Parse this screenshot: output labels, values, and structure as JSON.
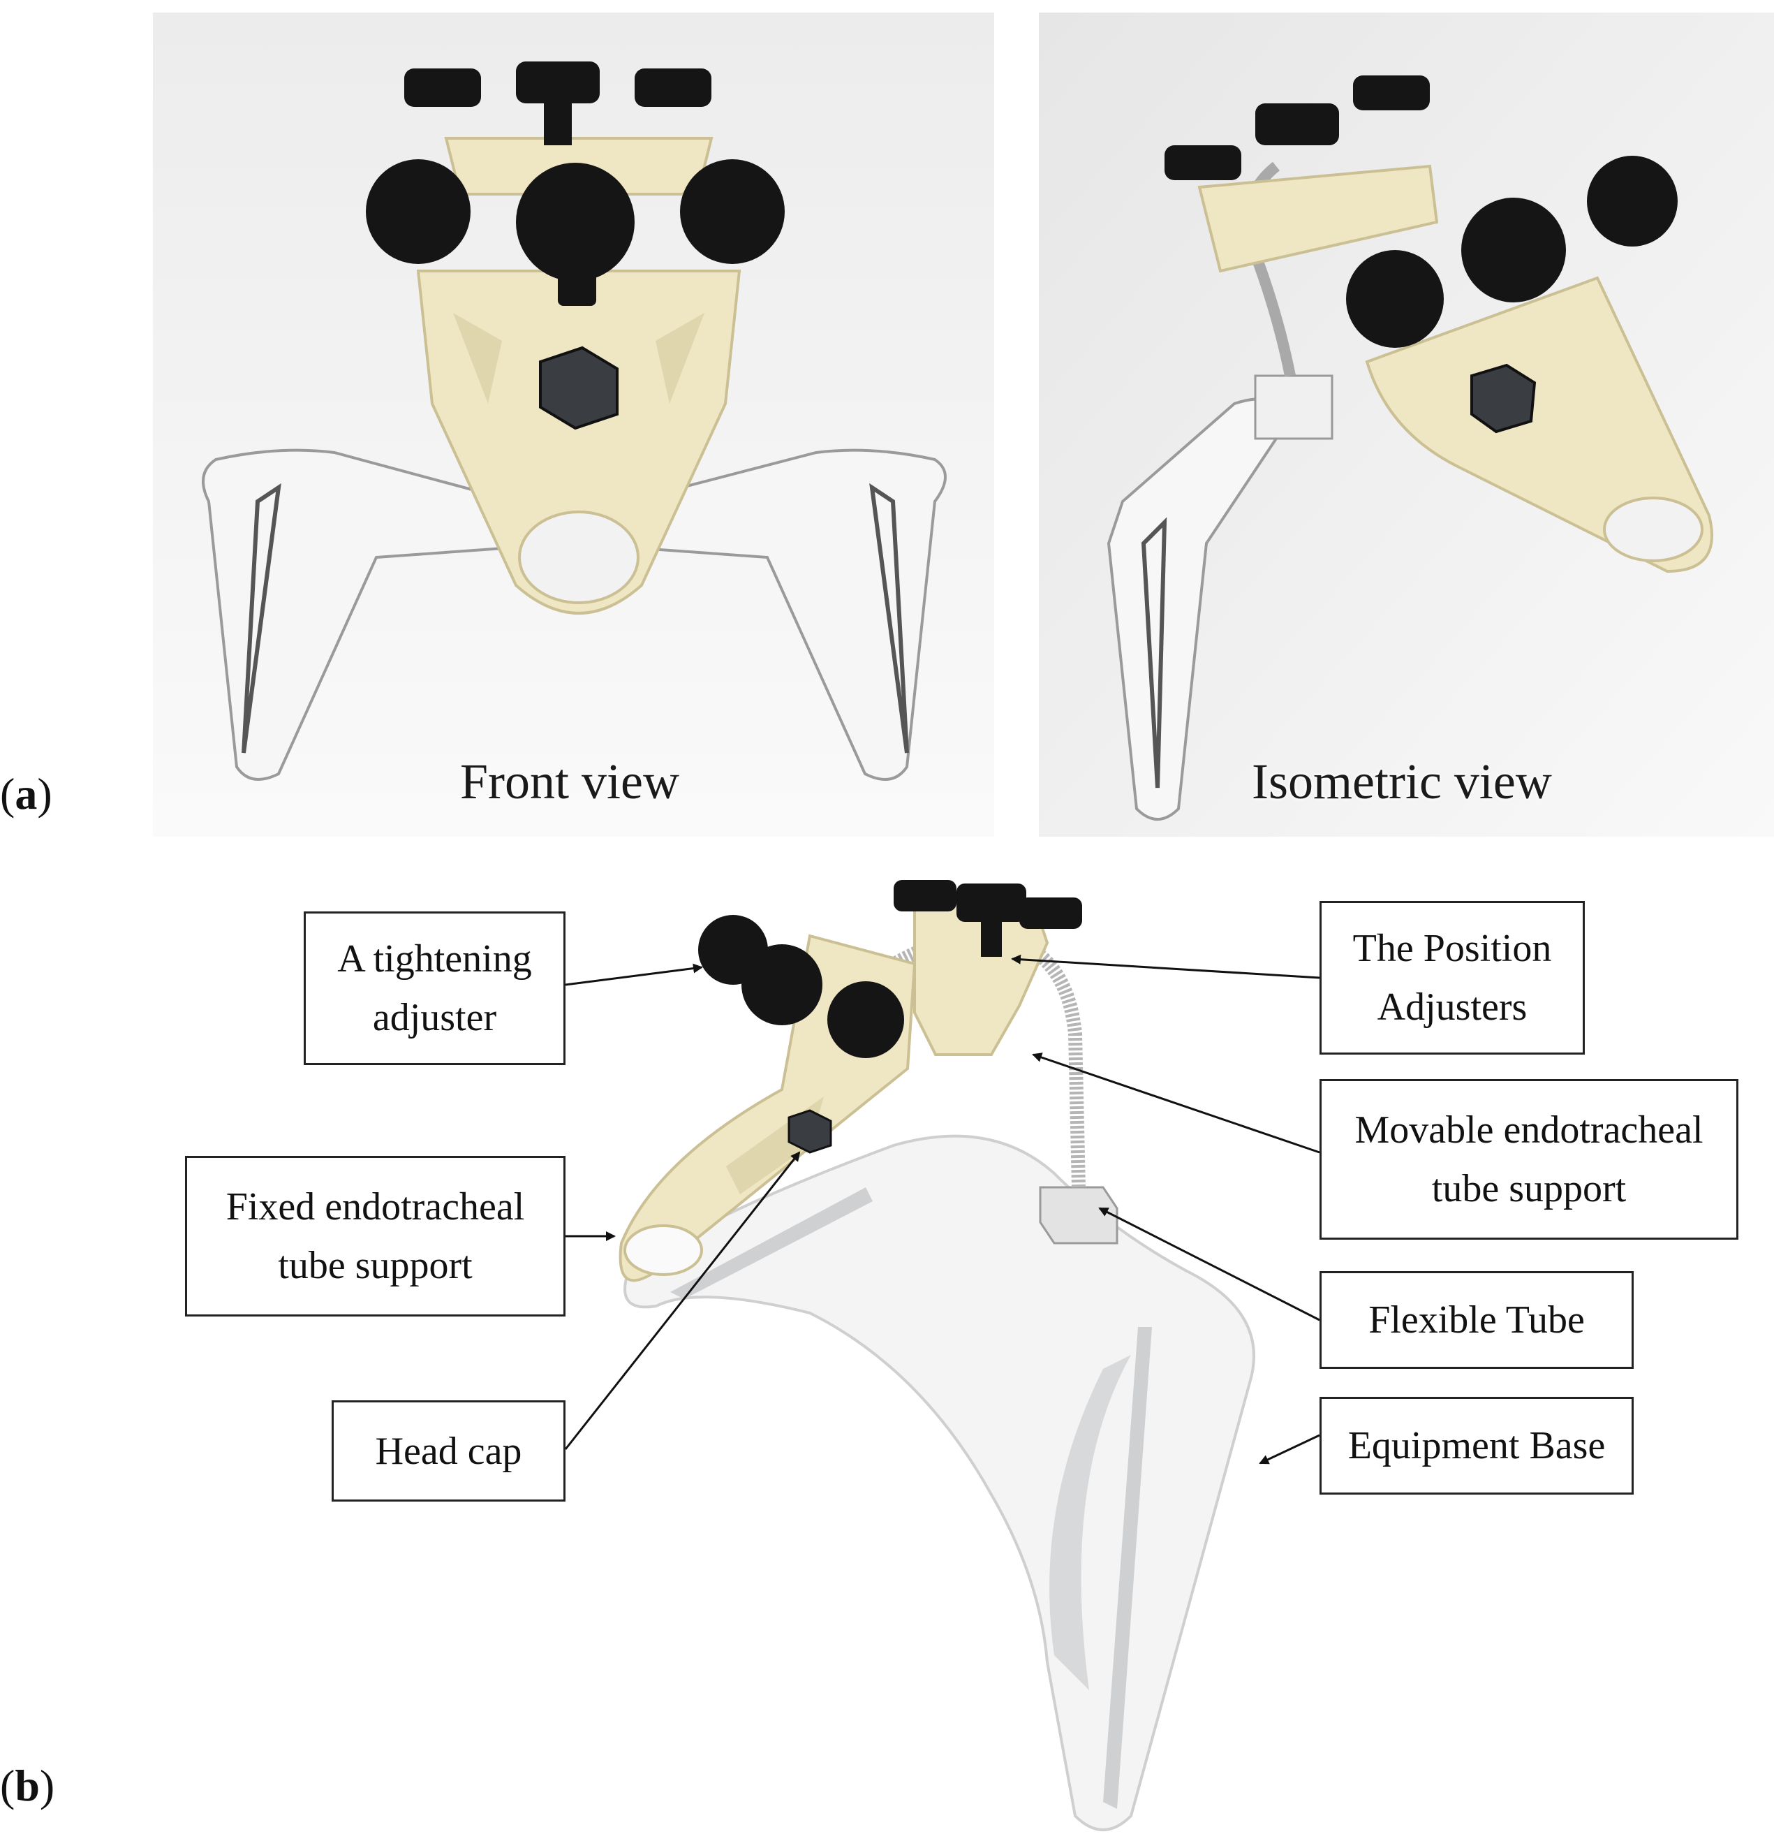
{
  "panel_a": {
    "label_open": "(",
    "label_letter": "a",
    "label_close": ")",
    "front_caption": "Front view",
    "iso_caption": "Isometric view"
  },
  "panel_b": {
    "label_open": "(",
    "label_letter": "b",
    "label_close": ")",
    "callouts": {
      "tightening_adjuster": [
        "A tightening",
        "adjuster"
      ],
      "fixed_support": [
        "Fixed endotracheal",
        "tube support"
      ],
      "head_cap": [
        "Head cap"
      ],
      "position_adjusters": [
        "The Position",
        "Adjusters"
      ],
      "movable_support": [
        "Movable endotracheal",
        "tube support"
      ],
      "flexible_tube": [
        "Flexible Tube"
      ],
      "equipment_base": [
        "Equipment Base"
      ]
    }
  },
  "colors": {
    "knob": "#151515",
    "support": "#efe6c3",
    "base": "#f4f4f4",
    "background_photo": "#eeeeee"
  }
}
